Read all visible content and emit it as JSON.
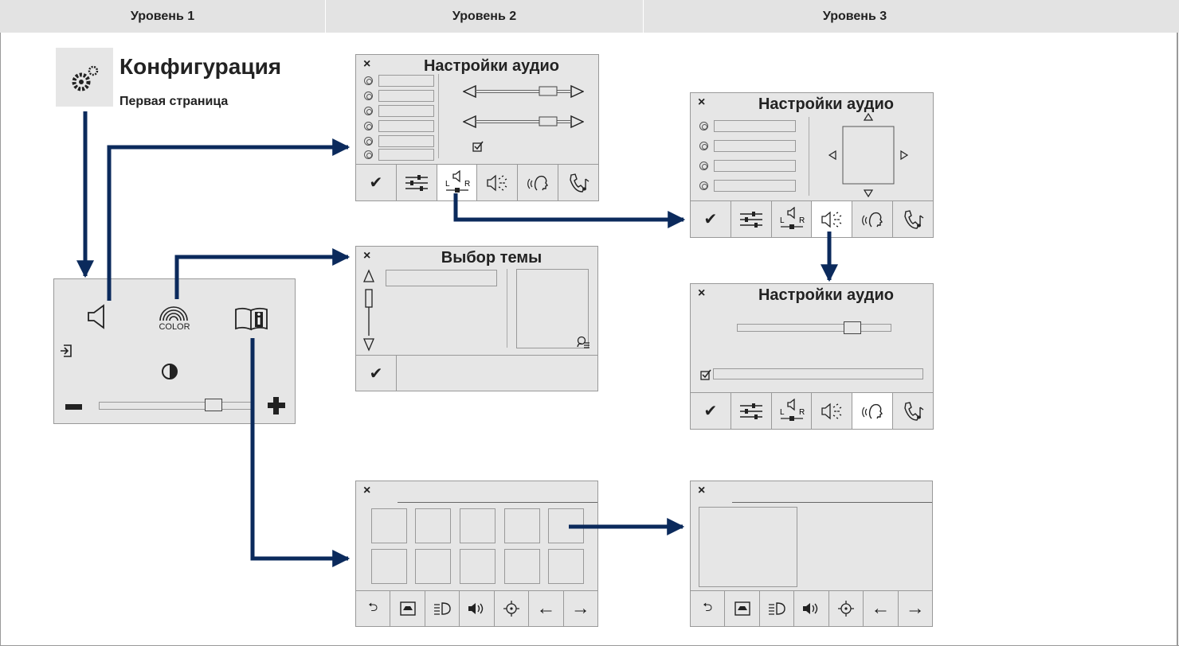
{
  "header": {
    "col1": "Уровень 1",
    "col2": "Уровень 2",
    "col3": "Уровень 3"
  },
  "config": {
    "title": "Конфигурация",
    "subtitle": "Первая страница"
  },
  "level1_panel": {
    "color_label": "COLOR",
    "brightness_level": 0.78
  },
  "audio1": {
    "title": "Настройки аудио",
    "close": "×",
    "checkbox_checked": true
  },
  "audio2": {
    "title": "Настройки аудио",
    "close": "×"
  },
  "audio3": {
    "title": "Настройки аудио",
    "close": "×",
    "slider_level": 0.78
  },
  "theme": {
    "title": "Выбор темы",
    "close": "×"
  },
  "grid_screen": {
    "close": "×"
  },
  "detail_screen": {
    "close": "×"
  },
  "audio_tabs": {
    "ok": "✔",
    "lr_label": "L    R"
  },
  "nav_tabs": {
    "back": "⮌",
    "prev": "←",
    "next": "→"
  },
  "colors": {
    "arrow": "#0b2a5c",
    "screen_bg": "#e6e6e6",
    "header_bg": "#e3e3e3"
  }
}
